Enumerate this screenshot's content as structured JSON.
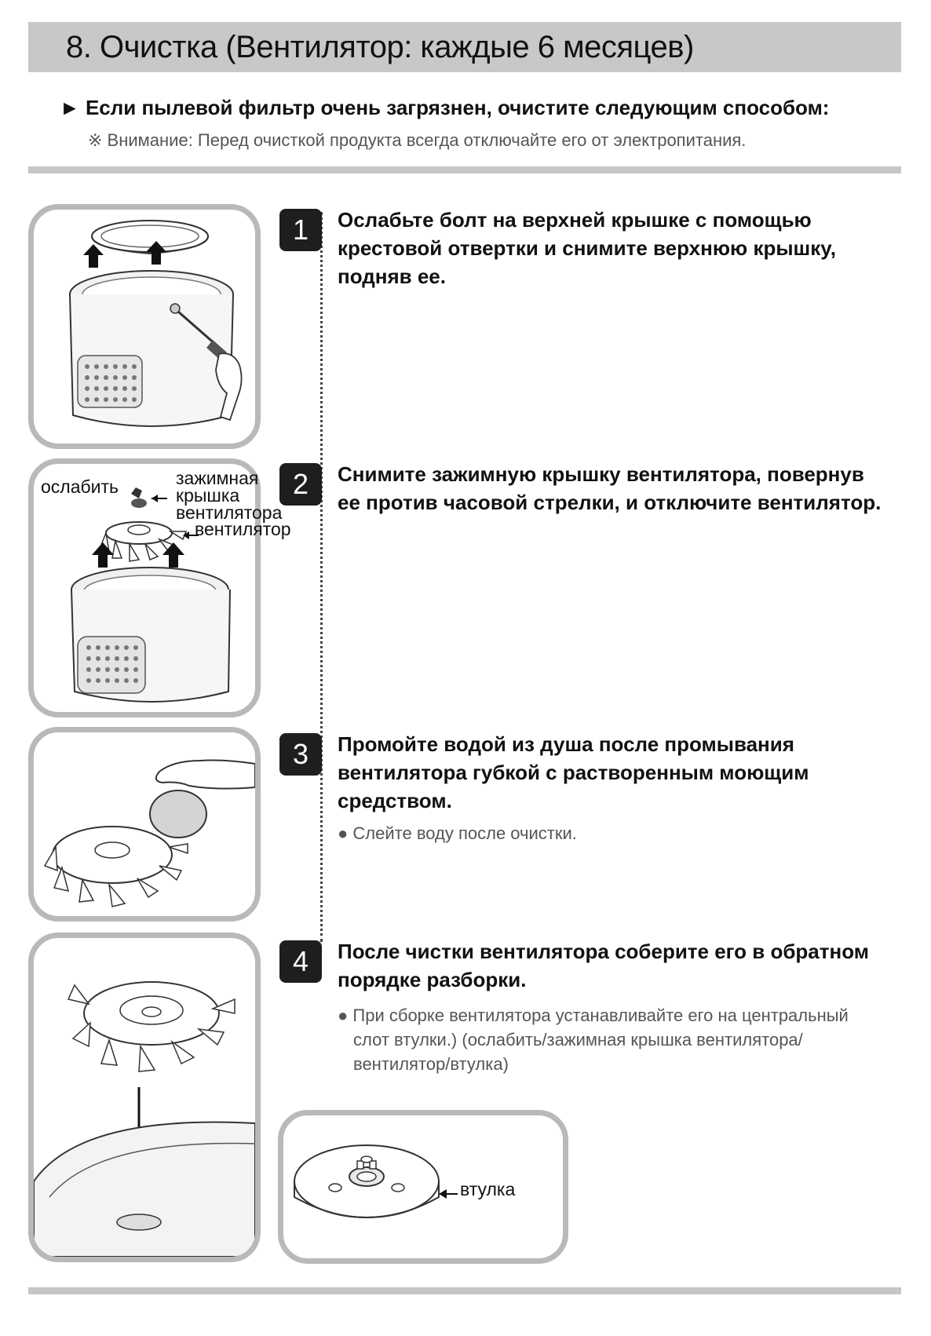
{
  "header": {
    "title": "8. Очистка (Вентилятор: каждые 6 месяцев)"
  },
  "intro": {
    "subheading": "► Если пылевой фильтр очень загрязнен, очистите следующим способом:",
    "warning": "※ Внимание: Перед очисткой продукта всегда отключайте его от электропитания."
  },
  "steps": [
    {
      "number": "1",
      "lines": [
        "Ослабьте болт на верхней крышке с помощью",
        "крестовой отвертки и снимите верхнюю крышку,",
        "подняв ее."
      ]
    },
    {
      "number": "2",
      "lines": [
        "Снимите зажимную крышку вентилятора, повернув",
        "ее против часовой стрелки, и отключите вентилятор."
      ]
    },
    {
      "number": "3",
      "lines": [
        "Промойте водой из душа после промывания",
        "вентилятора губкой с растворенным моющим",
        "средством."
      ],
      "note": "● Слейте воду после очистки."
    },
    {
      "number": "4",
      "lines": [
        "После чистки вентилятора соберите его в обратном",
        "порядке разборки."
      ],
      "note_lines": [
        "● При сборке вентилятора устанавливайте его на центральный",
        "слот втулки.) (ослабить/зажимная крышка вентилятора/",
        "вентилятор/втулка)"
      ]
    }
  ],
  "labels": {
    "loosen": "ослабить",
    "clamp_cover": [
      "зажимная",
      "крышка",
      "вентилятора"
    ],
    "fan": "вентилятор",
    "hub": "втулка"
  }
}
